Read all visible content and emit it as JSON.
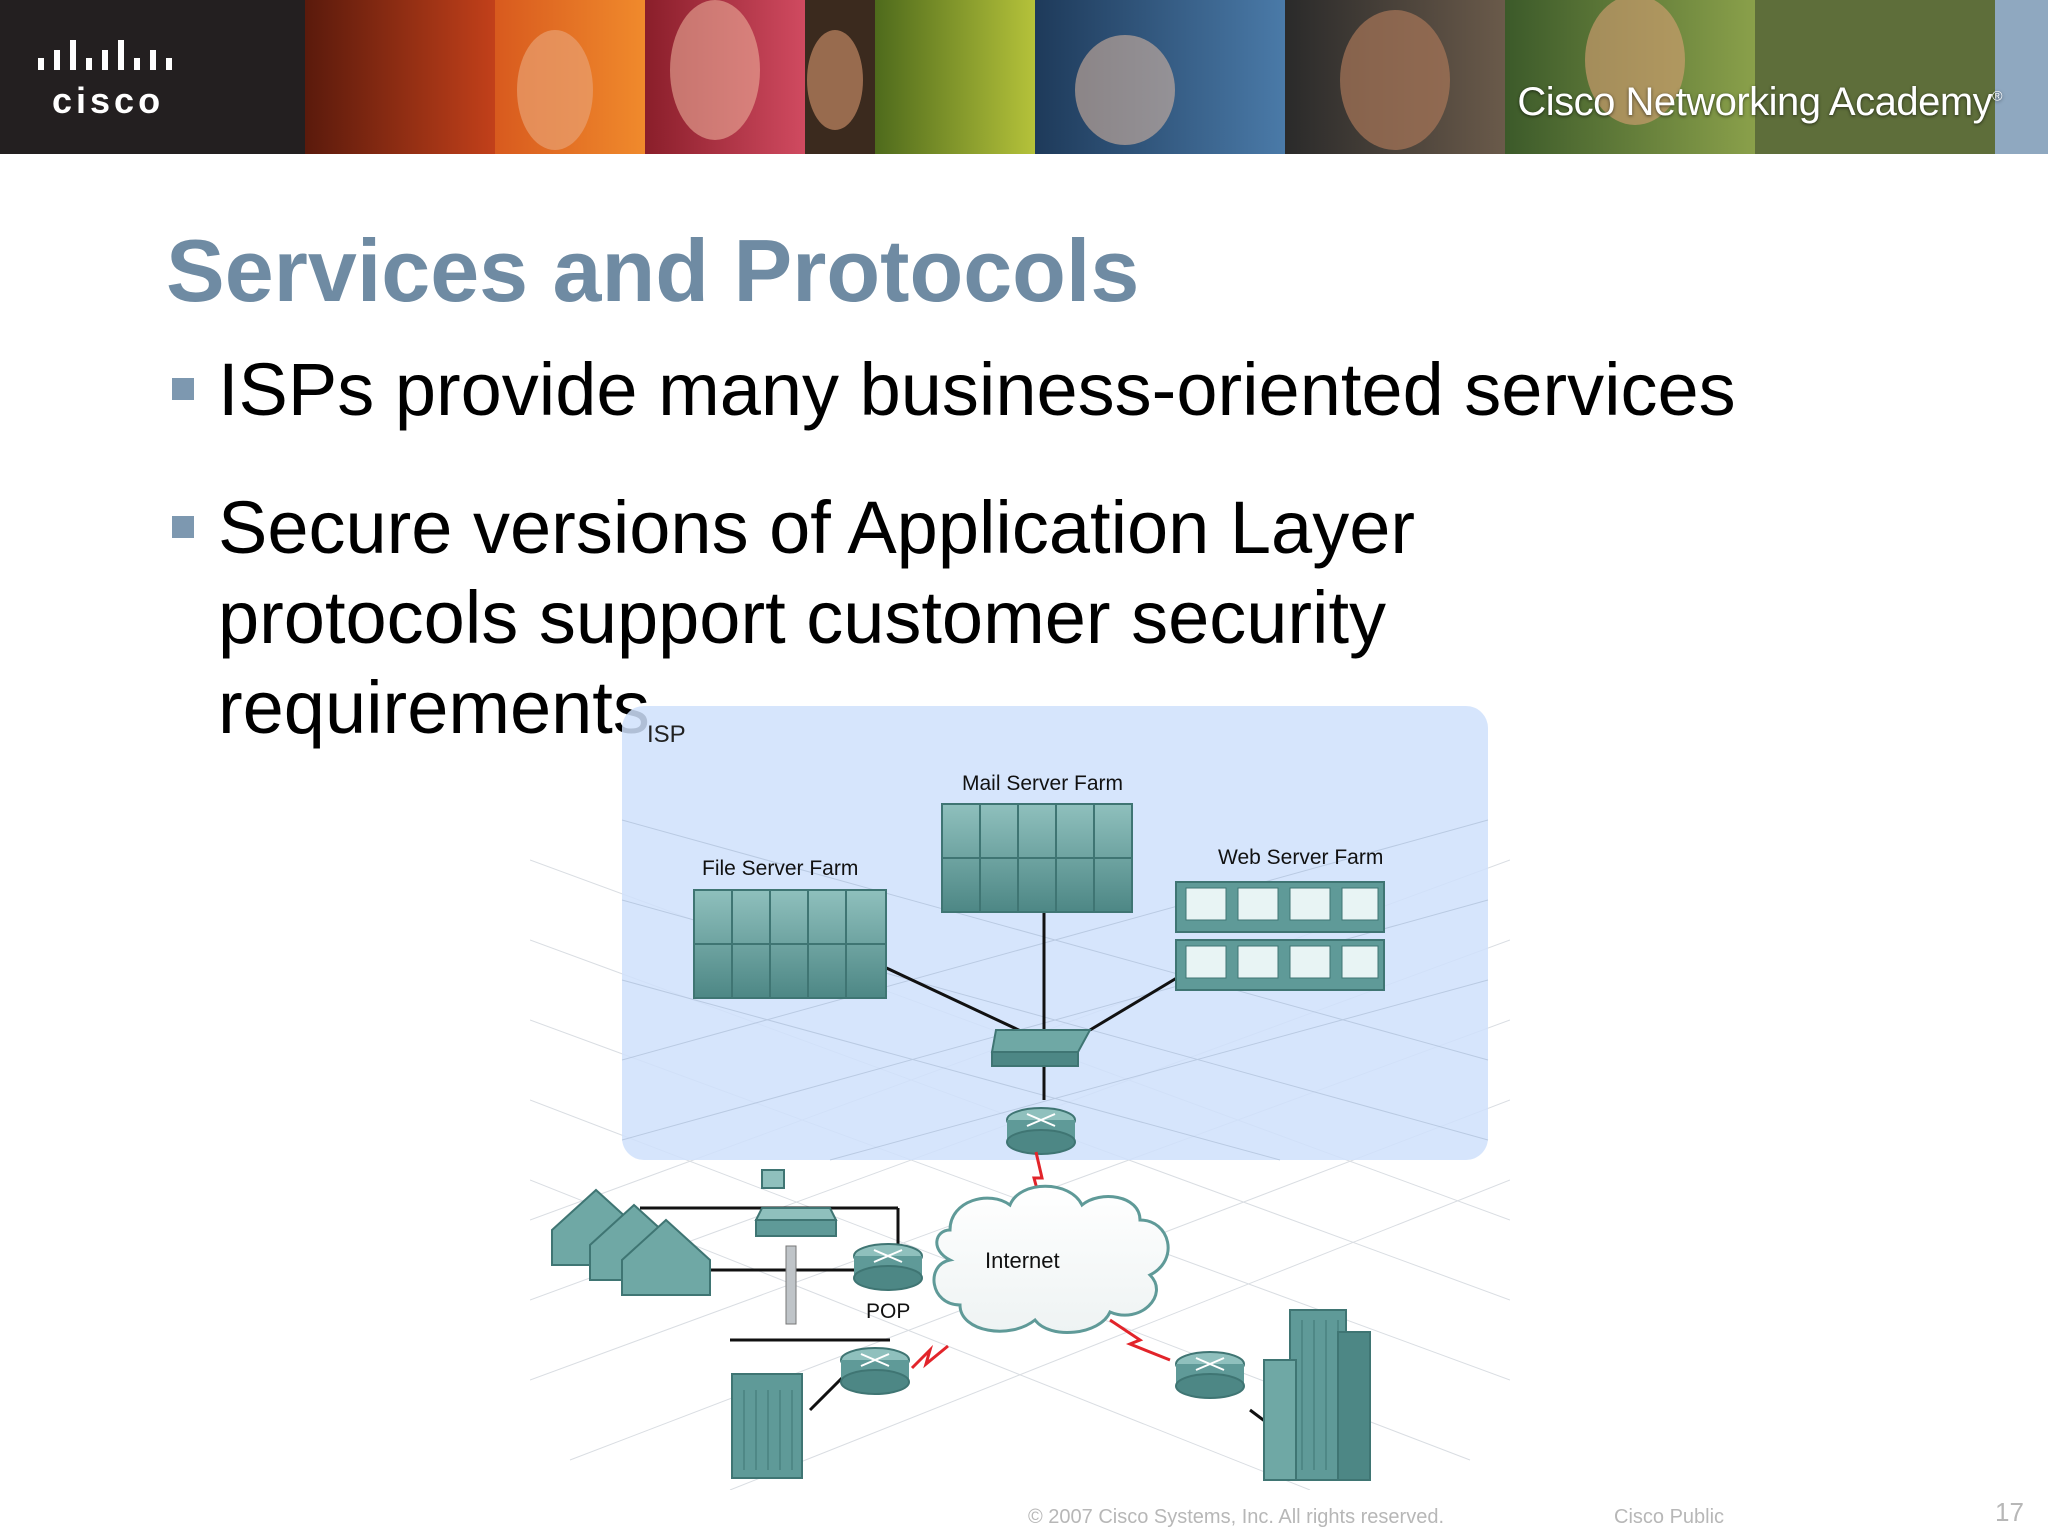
{
  "header": {
    "brand": "cisco",
    "academy": "Cisco Networking Academy",
    "academy_mark": "®"
  },
  "slide": {
    "title": "Services and Protocols",
    "bullets": [
      "ISPs provide many business-oriented services",
      "Secure versions of Application Layer protocols support customer security requirements"
    ]
  },
  "diagram": {
    "isp_label": "ISP",
    "mail_farm": "Mail Server Farm",
    "file_farm": "File Server Farm",
    "web_farm": "Web Server Farm",
    "internet": "Internet",
    "pop": "POP",
    "colors": {
      "isp_zone": "#cfe0fb",
      "device": "#5f9a98",
      "wan_link": "#e2242a"
    }
  },
  "footer": {
    "copyright": "© 2007 Cisco Systems, Inc. All rights reserved.",
    "classification": "Cisco Public",
    "page_number": "17"
  }
}
